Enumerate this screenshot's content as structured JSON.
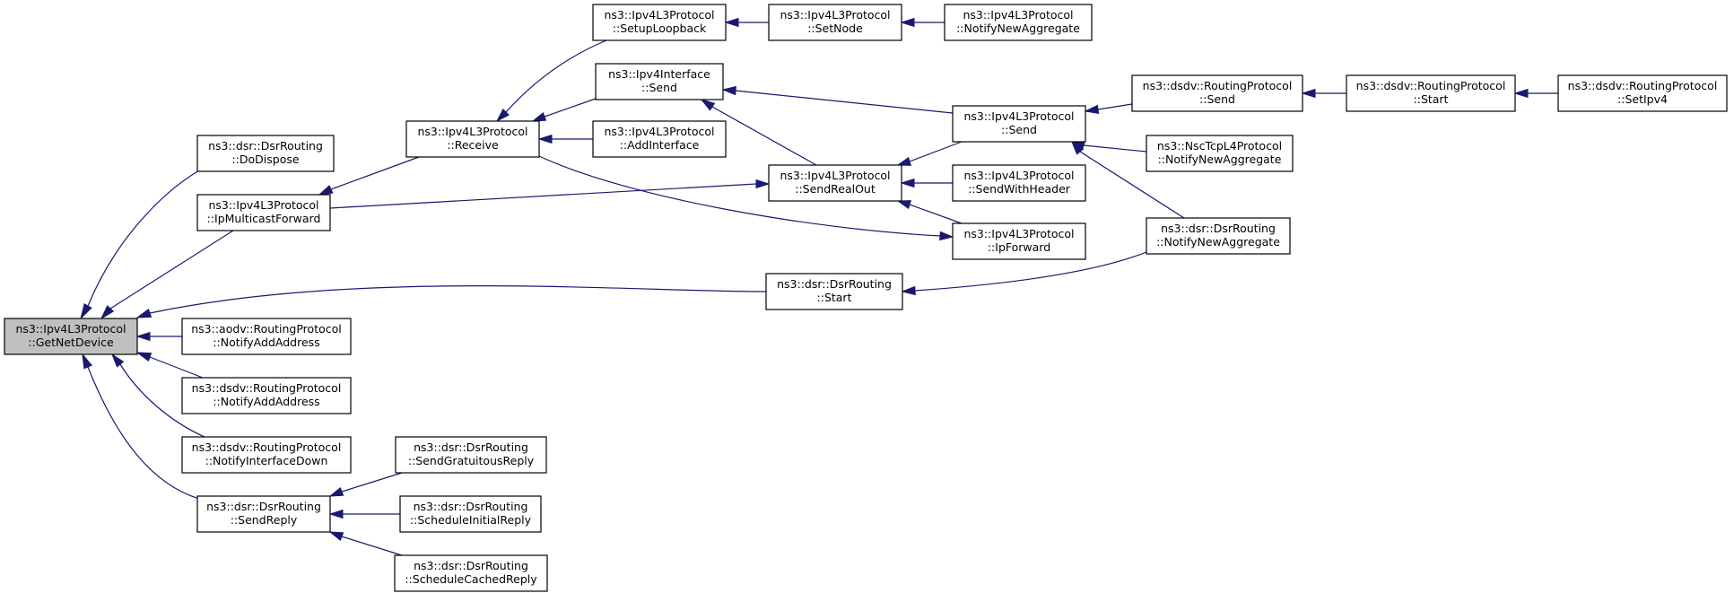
{
  "graph": {
    "nodes": [
      {
        "id": "getnetdevice",
        "lines": [
          "ns3::Ipv4L3Protocol",
          "::GetNetDevice"
        ],
        "root": true
      },
      {
        "id": "dsr-dodispose",
        "lines": [
          "ns3::dsr::DsrRouting",
          "::DoDispose"
        ]
      },
      {
        "id": "ipmulticastforward",
        "lines": [
          "ns3::Ipv4L3Protocol",
          "::IpMulticastForward"
        ]
      },
      {
        "id": "aodv-notifyaddaddress",
        "lines": [
          "ns3::aodv::RoutingProtocol",
          "::NotifyAddAddress"
        ]
      },
      {
        "id": "dsdv-notifyaddaddress",
        "lines": [
          "ns3::dsdv::RoutingProtocol",
          "::NotifyAddAddress"
        ]
      },
      {
        "id": "dsdv-notifyinterfacedown",
        "lines": [
          "ns3::dsdv::RoutingProtocol",
          "::NotifyInterfaceDown"
        ]
      },
      {
        "id": "dsr-sendreply",
        "lines": [
          "ns3::dsr::DsrRouting",
          "::SendReply"
        ]
      },
      {
        "id": "receive",
        "lines": [
          "ns3::Ipv4L3Protocol",
          "::Receive"
        ]
      },
      {
        "id": "sendgratuitousreply",
        "lines": [
          "ns3::dsr::DsrRouting",
          "::SendGratuitousReply"
        ]
      },
      {
        "id": "scheduleinitialreply",
        "lines": [
          "ns3::dsr::DsrRouting",
          "::ScheduleInitialReply"
        ]
      },
      {
        "id": "schedulecachedreply",
        "lines": [
          "ns3::dsr::DsrRouting",
          "::ScheduleCachedReply"
        ]
      },
      {
        "id": "setuploopback",
        "lines": [
          "ns3::Ipv4L3Protocol",
          "::SetupLoopback"
        ]
      },
      {
        "id": "ipv4interface-send",
        "lines": [
          "ns3::Ipv4Interface",
          "::Send"
        ]
      },
      {
        "id": "addinterface",
        "lines": [
          "ns3::Ipv4L3Protocol",
          "::AddInterface"
        ]
      },
      {
        "id": "setnode",
        "lines": [
          "ns3::Ipv4L3Protocol",
          "::SetNode"
        ]
      },
      {
        "id": "notifynewaggregate-ipv4",
        "lines": [
          "ns3::Ipv4L3Protocol",
          "::NotifyNewAggregate"
        ]
      },
      {
        "id": "sendrealout",
        "lines": [
          "ns3::Ipv4L3Protocol",
          "::SendRealOut"
        ]
      },
      {
        "id": "dsr-start",
        "lines": [
          "ns3::dsr::DsrRouting",
          "::Start"
        ]
      },
      {
        "id": "ipv4-send",
        "lines": [
          "ns3::Ipv4L3Protocol",
          "::Send"
        ]
      },
      {
        "id": "sendwithheader",
        "lines": [
          "ns3::Ipv4L3Protocol",
          "::SendWithHeader"
        ]
      },
      {
        "id": "ipforward",
        "lines": [
          "ns3::Ipv4L3Protocol",
          "::IpForward"
        ]
      },
      {
        "id": "dsdv-send",
        "lines": [
          "ns3::dsdv::RoutingProtocol",
          "::Send"
        ]
      },
      {
        "id": "nsctcp-notifynewaggregate",
        "lines": [
          "ns3::NscTcpL4Protocol",
          "::NotifyNewAggregate"
        ]
      },
      {
        "id": "dsr-notifynewaggregate",
        "lines": [
          "ns3::dsr::DsrRouting",
          "::NotifyNewAggregate"
        ]
      },
      {
        "id": "dsdv-start",
        "lines": [
          "ns3::dsdv::RoutingProtocol",
          "::Start"
        ]
      },
      {
        "id": "dsdv-setipv4",
        "lines": [
          "ns3::dsdv::RoutingProtocol",
          "::SetIpv4"
        ]
      }
    ],
    "edges": [
      {
        "target": "getnetdevice",
        "source": "dsr-dodispose"
      },
      {
        "target": "getnetdevice",
        "source": "ipmulticastforward"
      },
      {
        "target": "getnetdevice",
        "source": "dsr-start"
      },
      {
        "target": "getnetdevice",
        "source": "aodv-notifyaddaddress"
      },
      {
        "target": "getnetdevice",
        "source": "dsdv-notifyaddaddress"
      },
      {
        "target": "getnetdevice",
        "source": "dsdv-notifyinterfacedown"
      },
      {
        "target": "getnetdevice",
        "source": "dsr-sendreply"
      },
      {
        "target": "ipmulticastforward",
        "source": "receive"
      },
      {
        "target": "receive",
        "source": "setuploopback"
      },
      {
        "target": "receive",
        "source": "ipv4interface-send"
      },
      {
        "target": "receive",
        "source": "addinterface"
      },
      {
        "target": "setuploopback",
        "source": "setnode"
      },
      {
        "target": "setnode",
        "source": "notifynewaggregate-ipv4"
      },
      {
        "target": "ipv4interface-send",
        "source": "ipv4-send"
      },
      {
        "target": "ipv4interface-send",
        "source": "sendrealout"
      },
      {
        "target": "sendrealout",
        "source": "ipmulticastforward"
      },
      {
        "target": "sendrealout",
        "source": "ipv4-send"
      },
      {
        "target": "sendrealout",
        "source": "sendwithheader"
      },
      {
        "target": "sendrealout",
        "source": "ipforward"
      },
      {
        "target": "ipforward",
        "source": "receive"
      },
      {
        "target": "dsr-start",
        "source": "dsr-notifynewaggregate"
      },
      {
        "target": "ipv4-send",
        "source": "dsdv-send"
      },
      {
        "target": "ipv4-send",
        "source": "nsctcp-notifynewaggregate"
      },
      {
        "target": "ipv4-send",
        "source": "dsr-notifynewaggregate"
      },
      {
        "target": "dsdv-send",
        "source": "dsdv-start"
      },
      {
        "target": "dsdv-start",
        "source": "dsdv-setipv4"
      },
      {
        "target": "dsr-sendreply",
        "source": "sendgratuitousreply"
      },
      {
        "target": "dsr-sendreply",
        "source": "scheduleinitialreply"
      },
      {
        "target": "dsr-sendreply",
        "source": "schedulecachedreply"
      }
    ]
  },
  "colors": {
    "edge": "#191970",
    "node_border": "#000000",
    "node_fill": "#ffffff",
    "root_fill": "#bfbfbf"
  }
}
